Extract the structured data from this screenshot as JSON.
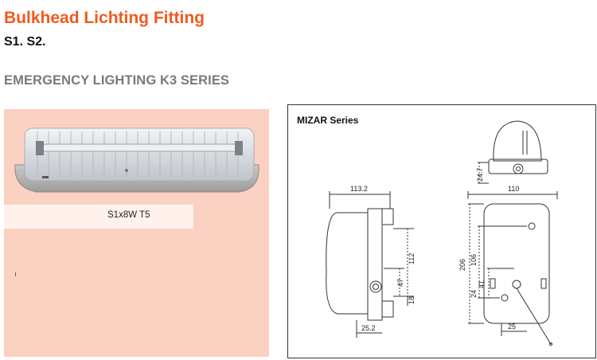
{
  "header": {
    "title": "Bulkhead Lichting Fitting",
    "subtitle": "S1. S2.",
    "section": "EMERGENCY LIGHTING K3 SERIES"
  },
  "photo": {
    "caption": "S1x8W T5",
    "colors": {
      "panel": "#fbd1c1",
      "caption_bg": "#fff2ec"
    }
  },
  "drawing": {
    "title": "MIZAR Series",
    "dimensions": {
      "d113": "113.2",
      "d110": "110",
      "d24_7": "24.7",
      "d112": "112",
      "d47": "47",
      "d18": "18",
      "d25_2": "25.2",
      "d206": "206",
      "d106": "106",
      "d41": "41",
      "d24": "24",
      "d25": "25"
    }
  },
  "colors": {
    "title": "#f05a1e",
    "section": "#7a7a7a"
  }
}
